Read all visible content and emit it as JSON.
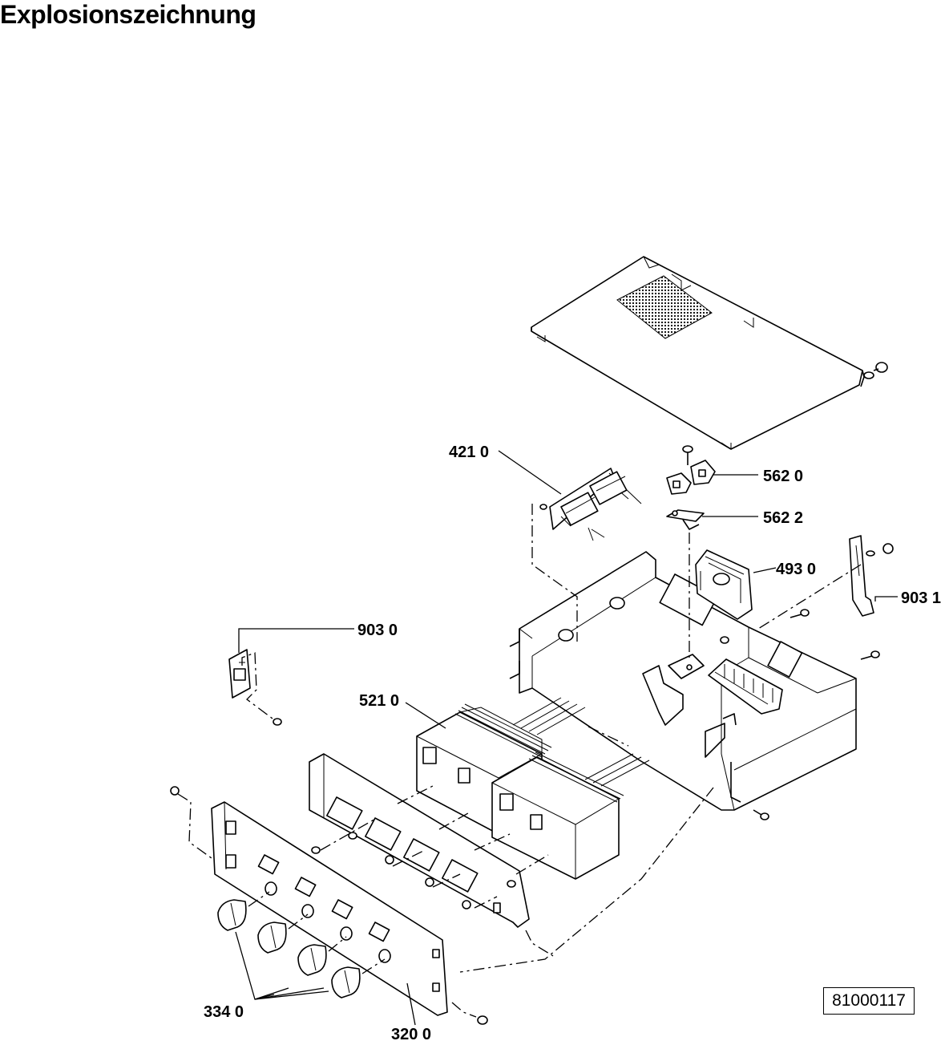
{
  "title": "Explosionszeichnung",
  "reference_number": "81000117",
  "callouts": [
    {
      "id": "4210",
      "label": "421 0"
    },
    {
      "id": "5620",
      "label": "562 0"
    },
    {
      "id": "5622",
      "label": "562 2"
    },
    {
      "id": "4930",
      "label": "493 0"
    },
    {
      "id": "9031",
      "label": "903 1"
    },
    {
      "id": "9030",
      "label": "903 0"
    },
    {
      "id": "5210",
      "label": "521 0"
    },
    {
      "id": "3340",
      "label": "334 0"
    },
    {
      "id": "3200",
      "label": "320 0"
    }
  ]
}
